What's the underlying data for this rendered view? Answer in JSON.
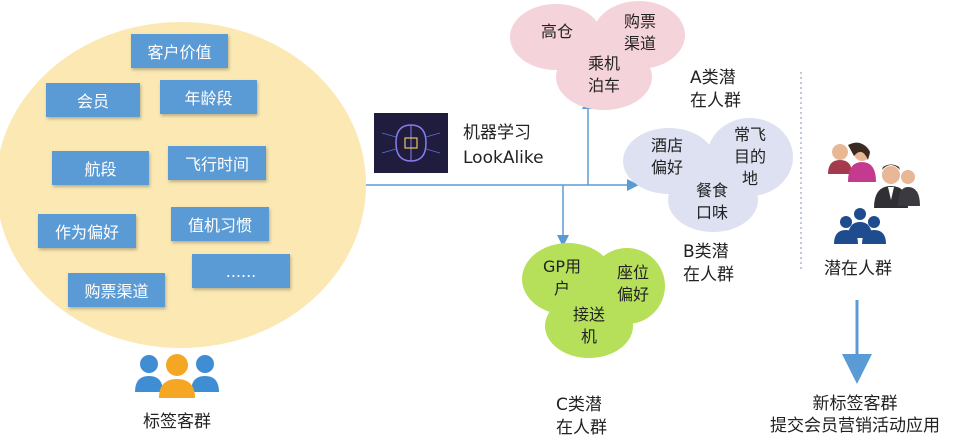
{
  "label_group": {
    "tags": [
      "客户价值",
      "会员",
      "年龄段",
      "航段",
      "飞行时间",
      "作为偏好",
      "值机习惯",
      "购票渠道",
      "......"
    ],
    "caption": "标签客群"
  },
  "ml": {
    "line1": "机器学习",
    "line2": "LookAlike"
  },
  "group_a": {
    "items": [
      {
        "lines": [
          "高仓"
        ]
      },
      {
        "lines": [
          "购票",
          "渠道"
        ]
      },
      {
        "lines": [
          "乘机",
          "泊车"
        ]
      }
    ],
    "title_lines": [
      "A类潜",
      "在人群"
    ]
  },
  "group_b": {
    "items": [
      {
        "lines": [
          "酒店",
          "偏好"
        ]
      },
      {
        "lines": [
          "常飞",
          "目的",
          "地"
        ]
      },
      {
        "lines": [
          "餐食",
          "口味"
        ]
      }
    ],
    "title_lines": [
      "B类潜",
      "在人群"
    ]
  },
  "group_c": {
    "items": [
      {
        "lines": [
          "GP用",
          "户"
        ]
      },
      {
        "lines": [
          "座位",
          "偏好"
        ]
      },
      {
        "lines": [
          "接送",
          "机"
        ]
      }
    ],
    "title_lines": [
      "C类潜",
      "在人群"
    ]
  },
  "potential": {
    "caption": "潜在人群"
  },
  "result": {
    "line1": "新标签客群",
    "line2": "提交会员营销活动应用"
  },
  "colors": {
    "tag_blue": "#5b9bd5",
    "pink": "#f5d3da",
    "lavender": "#dde1f2",
    "green": "#b6e05a",
    "circle": "#fbe8b3",
    "arrow": "#5b9bd5"
  }
}
